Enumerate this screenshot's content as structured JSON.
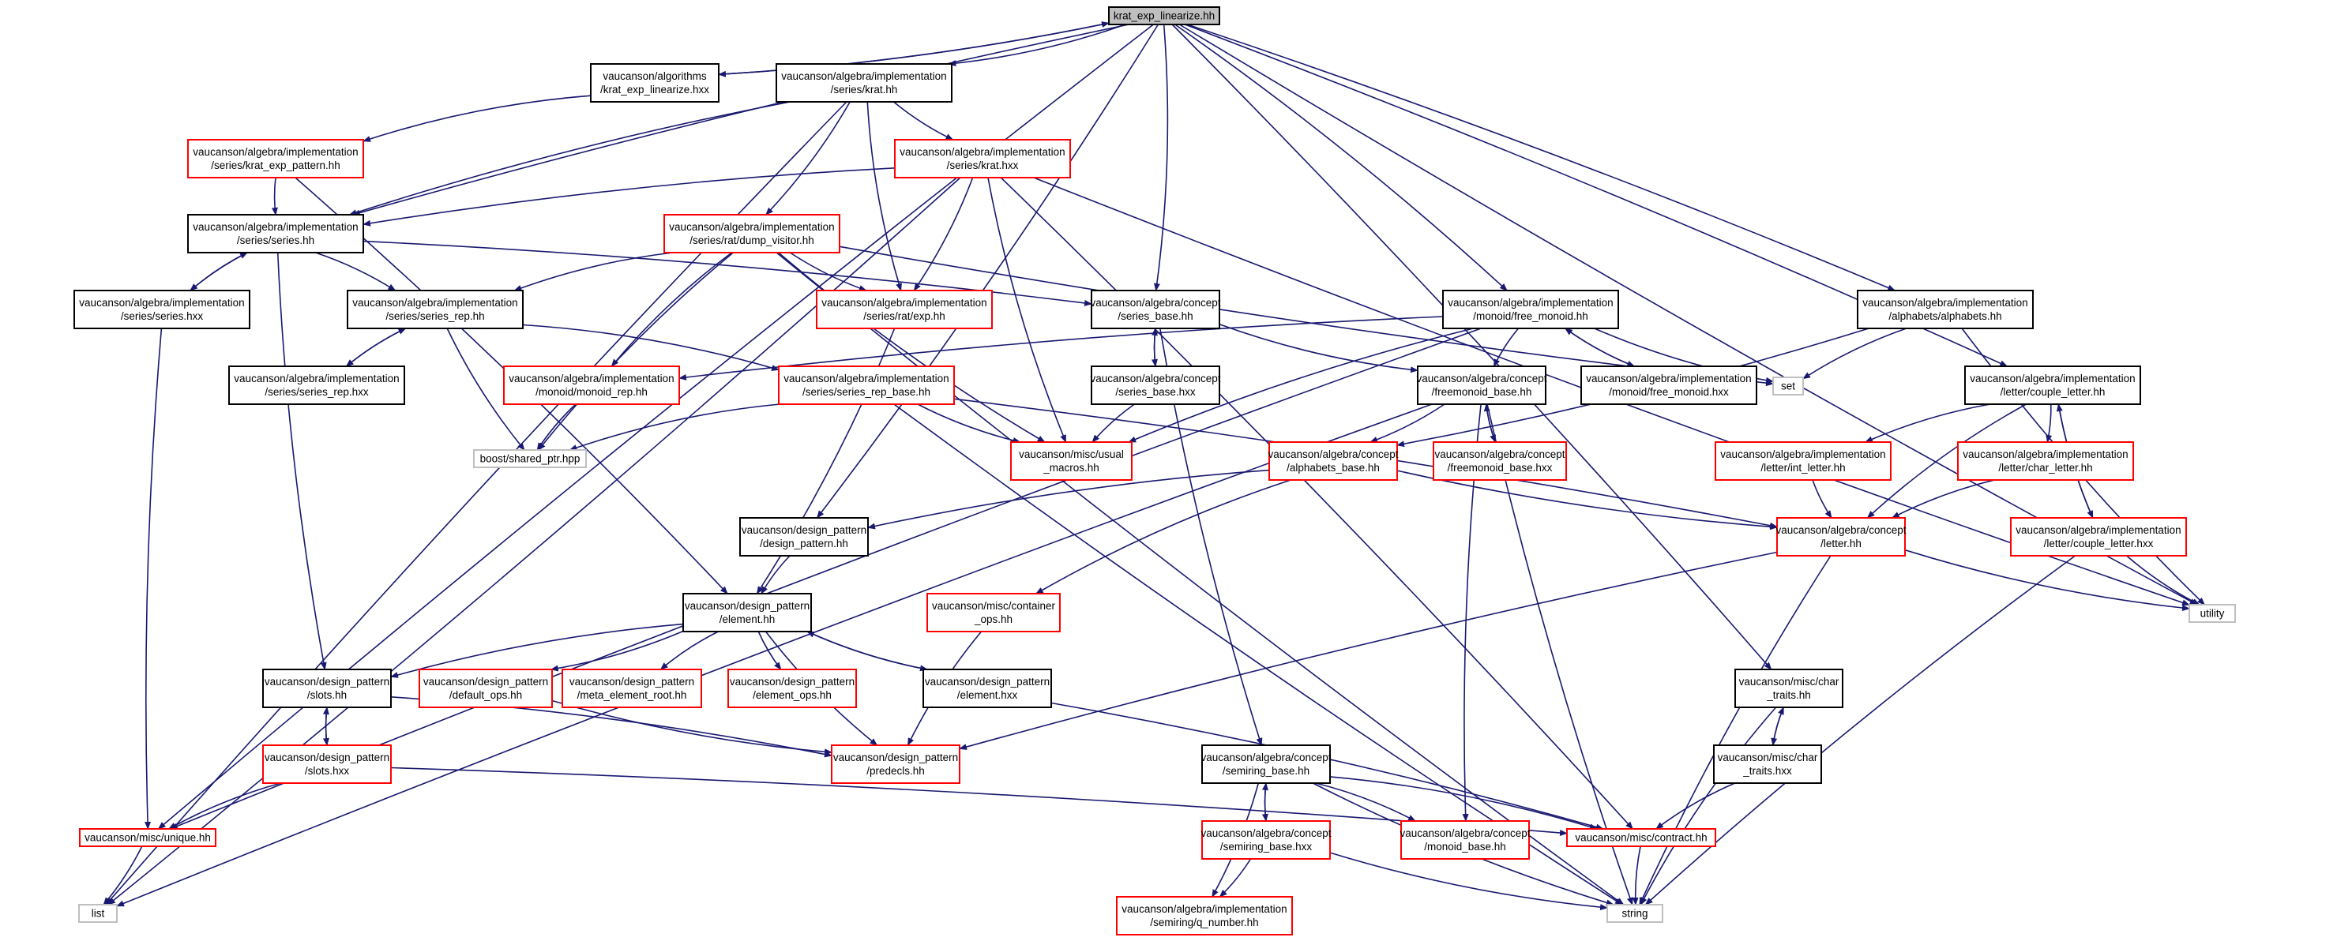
{
  "colors": {
    "edge": "#191970",
    "border_black": "#000000",
    "border_red": "#ff0000",
    "border_gray": "#bfbfbf",
    "root_fill": "#bfbfbf"
  },
  "nodes": {
    "root": {
      "lines": [
        "krat_exp_linearize.hh"
      ],
      "style": "root"
    },
    "algo_krat_exp_lin": {
      "lines": [
        "vaucanson/algorithms",
        "/krat_exp_linearize.hxx"
      ],
      "style": "black"
    },
    "impl_series_krat_hh": {
      "lines": [
        "vaucanson/algebra/implementation",
        "/series/krat.hh"
      ],
      "style": "black"
    },
    "krat_exp_pattern": {
      "lines": [
        "vaucanson/algebra/implementation",
        "/series/krat_exp_pattern.hh"
      ],
      "style": "red"
    },
    "series_krat_hxx": {
      "lines": [
        "vaucanson/algebra/implementation",
        "/series/krat.hxx"
      ],
      "style": "red"
    },
    "series_series_hh": {
      "lines": [
        "vaucanson/algebra/implementation",
        "/series/series.hh"
      ],
      "style": "black"
    },
    "dump_visitor": {
      "lines": [
        "vaucanson/algebra/implementation",
        "/series/rat/dump_visitor.hh"
      ],
      "style": "red"
    },
    "series_series_hxx": {
      "lines": [
        "vaucanson/algebra/implementation",
        "/series/series.hxx"
      ],
      "style": "black"
    },
    "series_rep_hh": {
      "lines": [
        "vaucanson/algebra/implementation",
        "/series/series_rep.hh"
      ],
      "style": "black"
    },
    "rat_exp": {
      "lines": [
        "vaucanson/algebra/implementation",
        "/series/rat/exp.hh"
      ],
      "style": "red"
    },
    "concept_series_base": {
      "lines": [
        "vaucanson/algebra/concept",
        "/series_base.hh"
      ],
      "style": "black"
    },
    "free_monoid_hh": {
      "lines": [
        "vaucanson/algebra/implementation",
        "/monoid/free_monoid.hh"
      ],
      "style": "black"
    },
    "alphabets_hh": {
      "lines": [
        "vaucanson/algebra/implementation",
        "/alphabets/alphabets.hh"
      ],
      "style": "black"
    },
    "series_rep_hxx": {
      "lines": [
        "vaucanson/algebra/implementation",
        "/series/series_rep.hxx"
      ],
      "style": "black"
    },
    "monoid_rep": {
      "lines": [
        "vaucanson/algebra/implementation",
        "/monoid/monoid_rep.hh"
      ],
      "style": "red"
    },
    "series_rep_base": {
      "lines": [
        "vaucanson/algebra/implementation",
        "/series/series_rep_base.hh"
      ],
      "style": "red"
    },
    "concept_series_base_hxx": {
      "lines": [
        "vaucanson/algebra/concept",
        "/series_base.hxx"
      ],
      "style": "black"
    },
    "freemonoid_base_hh": {
      "lines": [
        "vaucanson/algebra/concept",
        "/freemonoid_base.hh"
      ],
      "style": "black"
    },
    "free_monoid_hxx": {
      "lines": [
        "vaucanson/algebra/implementation",
        "/monoid/free_monoid.hxx"
      ],
      "style": "black"
    },
    "set": {
      "lines": [
        "set"
      ],
      "style": "gray"
    },
    "couple_letter_hh": {
      "lines": [
        "vaucanson/algebra/implementation",
        "/letter/couple_letter.hh"
      ],
      "style": "black"
    },
    "shared_ptr": {
      "lines": [
        "boost/shared_ptr.hpp"
      ],
      "style": "gray"
    },
    "usual_macros": {
      "lines": [
        "vaucanson/misc/usual",
        "_macros.hh"
      ],
      "style": "red"
    },
    "alphabets_base": {
      "lines": [
        "vaucanson/algebra/concept",
        "/alphabets_base.hh"
      ],
      "style": "red"
    },
    "freemonoid_base_hxx": {
      "lines": [
        "vaucanson/algebra/concept",
        "/freemonoid_base.hxx"
      ],
      "style": "red"
    },
    "int_letter": {
      "lines": [
        "vaucanson/algebra/implementation",
        "/letter/int_letter.hh"
      ],
      "style": "red"
    },
    "char_letter": {
      "lines": [
        "vaucanson/algebra/implementation",
        "/letter/char_letter.hh"
      ],
      "style": "red"
    },
    "design_pattern_hh": {
      "lines": [
        "vaucanson/design_pattern",
        "/design_pattern.hh"
      ],
      "style": "black"
    },
    "letter_hh": {
      "lines": [
        "vaucanson/algebra/concept",
        "/letter.hh"
      ],
      "style": "red"
    },
    "couple_letter_hxx": {
      "lines": [
        "vaucanson/algebra/implementation",
        "/letter/couple_letter.hxx"
      ],
      "style": "red"
    },
    "element_hh": {
      "lines": [
        "vaucanson/design_pattern",
        "/element.hh"
      ],
      "style": "black"
    },
    "container_ops": {
      "lines": [
        "vaucanson/misc/container",
        "_ops.hh"
      ],
      "style": "red"
    },
    "utility": {
      "lines": [
        "utility"
      ],
      "style": "gray"
    },
    "slots_hh": {
      "lines": [
        "vaucanson/design_pattern",
        "/slots.hh"
      ],
      "style": "black"
    },
    "default_ops": {
      "lines": [
        "vaucanson/design_pattern",
        "/default_ops.hh"
      ],
      "style": "red"
    },
    "meta_element_root": {
      "lines": [
        "vaucanson/design_pattern",
        "/meta_element_root.hh"
      ],
      "style": "red"
    },
    "element_ops": {
      "lines": [
        "vaucanson/design_pattern",
        "/element_ops.hh"
      ],
      "style": "red"
    },
    "element_hxx": {
      "lines": [
        "vaucanson/design_pattern",
        "/element.hxx"
      ],
      "style": "black"
    },
    "char_traits_hh": {
      "lines": [
        "vaucanson/misc/char",
        "_traits.hh"
      ],
      "style": "black"
    },
    "slots_hxx": {
      "lines": [
        "vaucanson/design_pattern",
        "/slots.hxx"
      ],
      "style": "red"
    },
    "predecls": {
      "lines": [
        "vaucanson/design_pattern",
        "/predecls.hh"
      ],
      "style": "red"
    },
    "semiring_base_hh": {
      "lines": [
        "vaucanson/algebra/concept",
        "/semiring_base.hh"
      ],
      "style": "black"
    },
    "char_traits_hxx": {
      "lines": [
        "vaucanson/misc/char",
        "_traits.hxx"
      ],
      "style": "black"
    },
    "unique_hh": {
      "lines": [
        "vaucanson/misc/unique.hh"
      ],
      "style": "red"
    },
    "semiring_base_hxx": {
      "lines": [
        "vaucanson/algebra/concept",
        "/semiring_base.hxx"
      ],
      "style": "red"
    },
    "monoid_base": {
      "lines": [
        "vaucanson/algebra/concept",
        "/monoid_base.hh"
      ],
      "style": "red"
    },
    "contract_hh": {
      "lines": [
        "vaucanson/misc/contract.hh"
      ],
      "style": "red"
    },
    "list": {
      "lines": [
        "list"
      ],
      "style": "gray"
    },
    "string": {
      "lines": [
        "string"
      ],
      "style": "gray"
    },
    "q_number": {
      "lines": [
        "vaucanson/algebra/implementation",
        "/semiring/q_number.hh"
      ],
      "style": "red"
    }
  },
  "edges": [
    [
      "root",
      "algo_krat_exp_lin"
    ],
    [
      "root",
      "impl_series_krat_hh"
    ],
    [
      "root",
      "series_series_hh"
    ],
    [
      "root",
      "concept_series_base"
    ],
    [
      "root",
      "free_monoid_hh"
    ],
    [
      "root",
      "alphabets_hh"
    ],
    [
      "root",
      "couple_letter_hh"
    ],
    [
      "root",
      "utility"
    ],
    [
      "root",
      "char_traits_hh"
    ],
    [
      "root",
      "design_pattern_hh"
    ],
    [
      "root",
      "unique_hh"
    ],
    [
      "algo_krat_exp_lin",
      "root"
    ],
    [
      "algo_krat_exp_lin",
      "krat_exp_pattern"
    ],
    [
      "impl_series_krat_hh",
      "series_series_hh"
    ],
    [
      "impl_series_krat_hh",
      "series_krat_hxx"
    ],
    [
      "impl_series_krat_hh",
      "dump_visitor"
    ],
    [
      "impl_series_krat_hh",
      "rat_exp"
    ],
    [
      "impl_series_krat_hh",
      "list"
    ],
    [
      "krat_exp_pattern",
      "series_series_hh"
    ],
    [
      "krat_exp_pattern",
      "element_hh"
    ],
    [
      "series_krat_hxx",
      "series_series_hh"
    ],
    [
      "series_krat_hxx",
      "rat_exp"
    ],
    [
      "series_krat_hxx",
      "usual_macros"
    ],
    [
      "series_krat_hxx",
      "contract_hh"
    ],
    [
      "series_krat_hxx",
      "utility"
    ],
    [
      "series_krat_hxx",
      "list"
    ],
    [
      "series_series_hh",
      "series_series_hxx"
    ],
    [
      "series_series_hh",
      "series_rep_hh"
    ],
    [
      "series_series_hh",
      "concept_series_base"
    ],
    [
      "series_series_hh",
      "slots_hh"
    ],
    [
      "series_series_hxx",
      "series_series_hh"
    ],
    [
      "series_series_hxx",
      "unique_hh"
    ],
    [
      "dump_visitor",
      "rat_exp"
    ],
    [
      "dump_visitor",
      "series_rep_hh"
    ],
    [
      "dump_visitor",
      "monoid_rep"
    ],
    [
      "dump_visitor",
      "shared_ptr"
    ],
    [
      "dump_visitor",
      "usual_macros"
    ],
    [
      "dump_visitor",
      "set"
    ],
    [
      "dump_visitor",
      "string"
    ],
    [
      "rat_exp",
      "element_hh"
    ],
    [
      "series_rep_hh",
      "series_rep_hxx"
    ],
    [
      "series_rep_hh",
      "series_rep_base"
    ],
    [
      "series_rep_hh",
      "shared_ptr"
    ],
    [
      "series_rep_hxx",
      "series_rep_hh"
    ],
    [
      "monoid_rep",
      "shared_ptr"
    ],
    [
      "series_rep_base",
      "usual_macros"
    ],
    [
      "series_rep_base",
      "shared_ptr"
    ],
    [
      "series_rep_base",
      "letter_hh"
    ],
    [
      "series_rep_base",
      "string"
    ],
    [
      "concept_series_base",
      "concept_series_base_hxx"
    ],
    [
      "concept_series_base",
      "freemonoid_base_hh"
    ],
    [
      "concept_series_base",
      "semiring_base_hh"
    ],
    [
      "concept_series_base_hxx",
      "concept_series_base"
    ],
    [
      "concept_series_base_hxx",
      "usual_macros"
    ],
    [
      "free_monoid_hh",
      "free_monoid_hxx"
    ],
    [
      "free_monoid_hh",
      "freemonoid_base_hh"
    ],
    [
      "free_monoid_hh",
      "monoid_rep"
    ],
    [
      "free_monoid_hh",
      "set"
    ],
    [
      "free_monoid_hh",
      "usual_macros"
    ],
    [
      "free_monoid_hh",
      "unique_hh"
    ],
    [
      "free_monoid_hxx",
      "free_monoid_hh"
    ],
    [
      "alphabets_hh",
      "alphabets_base"
    ],
    [
      "alphabets_hh",
      "set"
    ],
    [
      "alphabets_hh",
      "utility"
    ],
    [
      "freemonoid_base_hh",
      "freemonoid_base_hxx"
    ],
    [
      "freemonoid_base_hh",
      "alphabets_base"
    ],
    [
      "freemonoid_base_hh",
      "monoid_base"
    ],
    [
      "freemonoid_base_hh",
      "string"
    ],
    [
      "freemonoid_base_hh",
      "list"
    ],
    [
      "freemonoid_base_hxx",
      "freemonoid_base_hh"
    ],
    [
      "alphabets_base",
      "design_pattern_hh"
    ],
    [
      "alphabets_base",
      "letter_hh"
    ],
    [
      "alphabets_base",
      "container_ops"
    ],
    [
      "couple_letter_hh",
      "int_letter"
    ],
    [
      "couple_letter_hh",
      "char_letter"
    ],
    [
      "couple_letter_hh",
      "couple_letter_hxx"
    ],
    [
      "couple_letter_hh",
      "letter_hh"
    ],
    [
      "couple_letter_hxx",
      "couple_letter_hh"
    ],
    [
      "couple_letter_hxx",
      "utility"
    ],
    [
      "couple_letter_hxx",
      "string"
    ],
    [
      "int_letter",
      "letter_hh"
    ],
    [
      "char_letter",
      "letter_hh"
    ],
    [
      "letter_hh",
      "utility"
    ],
    [
      "letter_hh",
      "string"
    ],
    [
      "letter_hh",
      "predecls"
    ],
    [
      "design_pattern_hh",
      "element_hh"
    ],
    [
      "element_hh",
      "slots_hh"
    ],
    [
      "element_hh",
      "default_ops"
    ],
    [
      "element_hh",
      "meta_element_root"
    ],
    [
      "element_hh",
      "element_ops"
    ],
    [
      "element_hh",
      "element_hxx"
    ],
    [
      "element_hh",
      "predecls"
    ],
    [
      "element_hxx",
      "element_hh"
    ],
    [
      "element_hxx",
      "contract_hh"
    ],
    [
      "container_ops",
      "predecls"
    ],
    [
      "default_ops",
      "predecls"
    ],
    [
      "slots_hh",
      "slots_hxx"
    ],
    [
      "slots_hh",
      "predecls"
    ],
    [
      "slots_hxx",
      "slots_hh"
    ],
    [
      "slots_hxx",
      "unique_hh"
    ],
    [
      "slots_hxx",
      "contract_hh"
    ],
    [
      "unique_hh",
      "list"
    ],
    [
      "semiring_base_hh",
      "semiring_base_hxx"
    ],
    [
      "semiring_base_hh",
      "monoid_base"
    ],
    [
      "semiring_base_hh",
      "contract_hh"
    ],
    [
      "semiring_base_hh",
      "string"
    ],
    [
      "semiring_base_hh",
      "q_number"
    ],
    [
      "semiring_base_hxx",
      "semiring_base_hh"
    ],
    [
      "semiring_base_hxx",
      "q_number"
    ],
    [
      "semiring_base_hxx",
      "string"
    ],
    [
      "char_traits_hh",
      "char_traits_hxx"
    ],
    [
      "char_traits_hh",
      "string"
    ],
    [
      "char_traits_hxx",
      "char_traits_hh"
    ],
    [
      "char_traits_hxx",
      "contract_hh"
    ],
    [
      "contract_hh",
      "string"
    ]
  ]
}
